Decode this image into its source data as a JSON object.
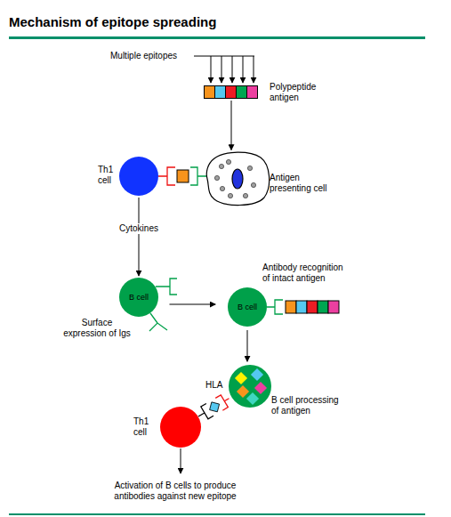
{
  "diagram": {
    "title": "Mechanism of epitope spreading",
    "nodes": [
      {
        "text": [
          "Polypeptide antigen"
        ]
      },
      {
        "text": [
          "Th1 cell"
        ]
      },
      {
        "text": [
          "Antigen presenting cell"
        ]
      },
      {
        "text": [
          "B cell"
        ]
      },
      {
        "text": [
          "B cell"
        ]
      },
      {
        "text": [
          "B cell processing of antigen"
        ]
      },
      {
        "text": [
          "Th1 cell"
        ]
      }
    ],
    "edges": [
      {
        "from": 0,
        "to": 2,
        "arrow": "to"
      },
      {
        "from": 1,
        "to": 3,
        "label": "Cytokines",
        "arrow": "to"
      },
      {
        "from": 3,
        "to": 4,
        "arrow": "to"
      },
      {
        "from": 4,
        "to": 5,
        "arrow": "to"
      }
    ],
    "labels": [
      "Multiple epitopes",
      "Surface expression of Igs",
      "Antibody recognition of intact antigen",
      "HLA",
      "Activation of B cells to produce antibodies against new epitope"
    ]
  }
}
